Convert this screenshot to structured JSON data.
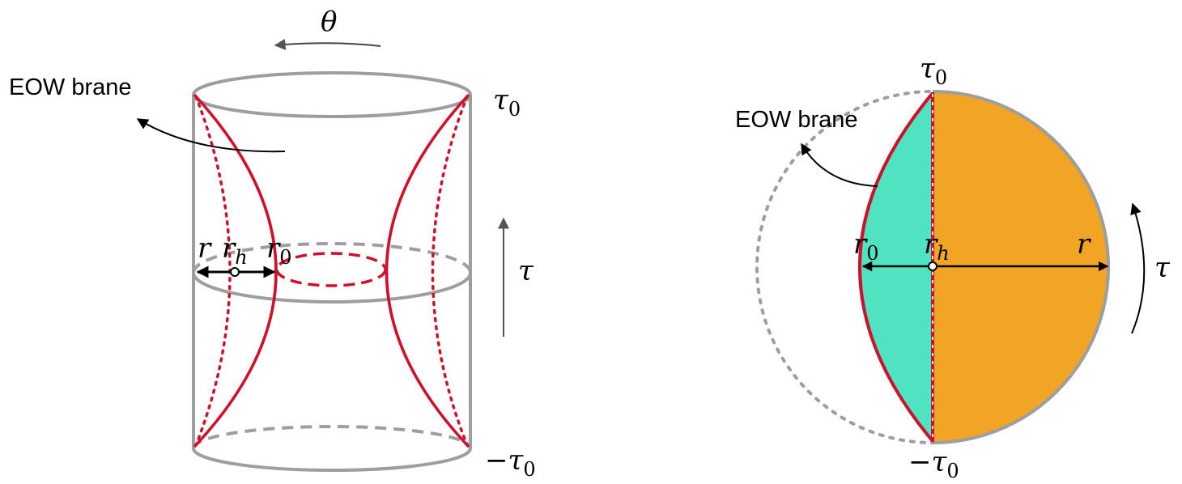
{
  "left_figure": {
    "brane_label": "EOW brane",
    "theta": "θ",
    "tau": "τ",
    "tau0_top": {
      "sym": "τ",
      "sub": "0"
    },
    "tau0_bottom": {
      "sym": "−τ",
      "sub": "0"
    },
    "r": "r",
    "rh": {
      "sym": "r",
      "sub": "h"
    },
    "r0": {
      "sym": "r",
      "sub": "0"
    }
  },
  "right_figure": {
    "brane_label": "EOW brane",
    "tau": "τ",
    "tau0_top": {
      "sym": "τ",
      "sub": "0"
    },
    "tau0_bottom": {
      "sym": "−τ",
      "sub": "0"
    },
    "r": "r",
    "rh": {
      "sym": "r",
      "sub": "h"
    },
    "r0": {
      "sym": "r",
      "sub": "0"
    }
  },
  "colors": {
    "brane": "#d0102a",
    "cylinder": "#9e9e9e",
    "inner_region": "#50e3c2",
    "outer_region": "#f2a525",
    "arrow": "#000000",
    "tau_arrow": "#555555"
  }
}
